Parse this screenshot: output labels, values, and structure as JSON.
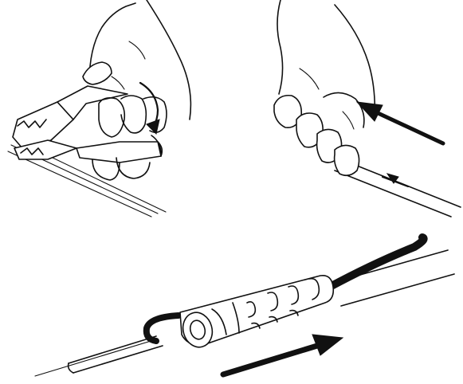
{
  "figure": {
    "panels": [
      {
        "id": "cut",
        "action": "cut-wire-with-pliers"
      },
      {
        "id": "push",
        "action": "push-wire-into-hand-grip"
      },
      {
        "id": "connector",
        "action": "slide-connector-sleeve-onto-wire"
      }
    ],
    "arrows": [
      {
        "panel": "cut",
        "direction": "down",
        "kind": "rotation"
      },
      {
        "panel": "push",
        "direction": "up-left"
      },
      {
        "panel": "connector",
        "direction": "up-right"
      }
    ],
    "colors": {
      "ink": "#111111",
      "paper": "#ffffff"
    }
  }
}
